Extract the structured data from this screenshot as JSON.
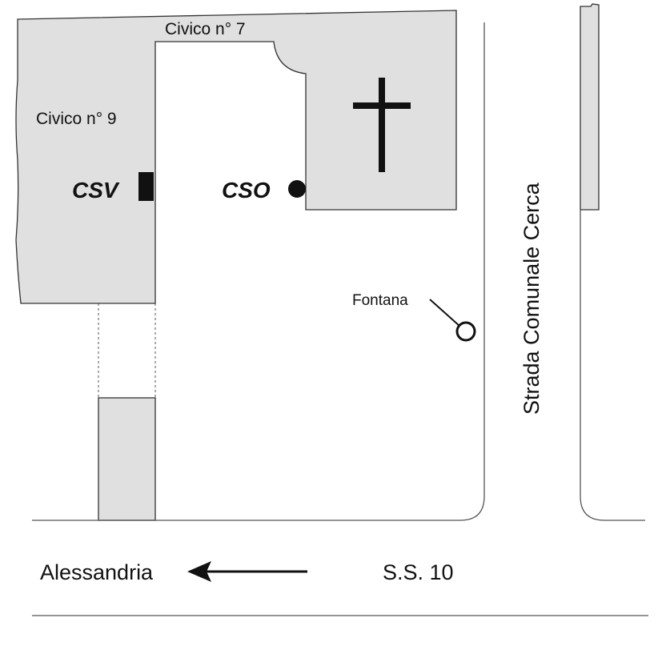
{
  "labels": {
    "civico_7": "Civico n° 7",
    "civico_9": "Civico n° 9",
    "csv": "CSV",
    "cso": "CSO",
    "fontana": "Fontana",
    "strada": "Strada Comunale Cerca",
    "alessandria": "Alessandria",
    "ss10": "S.S. 10"
  },
  "icons": {
    "church": "cross-icon",
    "csv_marker": "square-marker-icon",
    "cso_marker": "dot-marker-icon",
    "fountain": "circle-fountain-icon",
    "direction": "arrow-left-icon"
  },
  "colors": {
    "building_fill": "#e0e0e0",
    "outline": "#333333",
    "marker": "#111111"
  }
}
